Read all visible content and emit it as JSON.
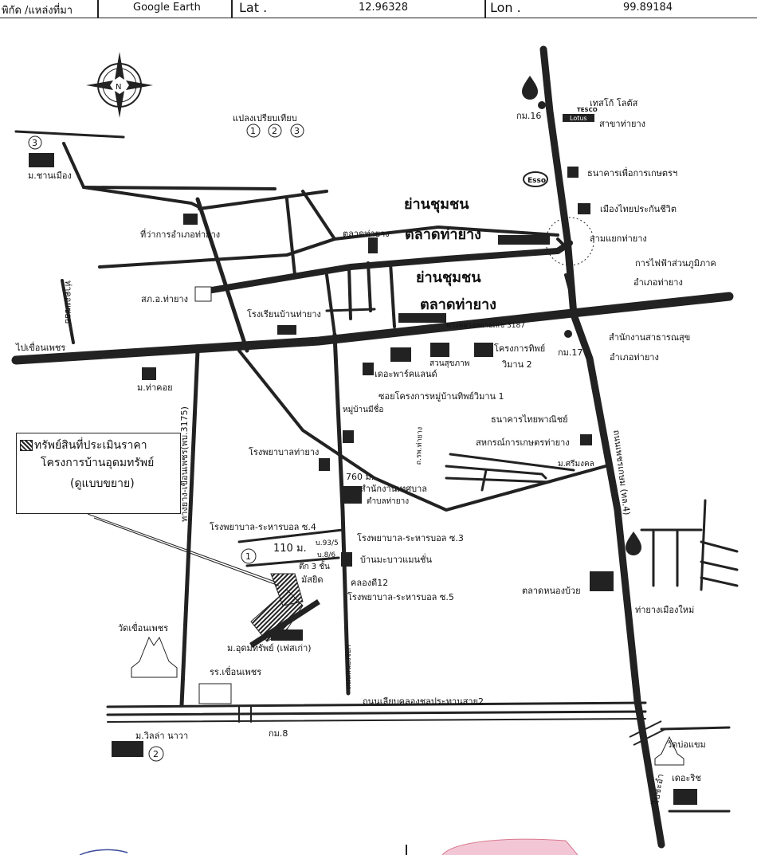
{
  "header": {
    "source_label": "พิกัด /แหล่งที่มา",
    "source_value": "Google Earth",
    "lat_label": "Lat .",
    "lat_value": "12.96328",
    "lon_label": "Lon .",
    "lon_value": "99.89184"
  },
  "compass": {
    "letter": "N"
  },
  "plots": {
    "title": "แปลงเปรียบเทียบ",
    "numbers": [
      "1",
      "2",
      "3"
    ]
  },
  "legend": {
    "line1": "ทรัพย์สินที่ประเมินราคา",
    "line2": "โครงการบ้านอุดมทรัพย์",
    "line3": "(ดูแบบขยาย)"
  },
  "labels": {
    "chan_mueang": "ม.ชานเมือง",
    "district_office": "ที่ว่าการอำเภอท่ายาง",
    "police": "สภ.อ.ท่ายาง",
    "tha_khoi_road": "ท่าคอยซอย",
    "to_khuean_phet": "ไปเขื่อนเพชร",
    "mu_tha_khoi": "ม.ท่าคอย",
    "school_tha_yang": "โรงเรียนบ้านท่ายาง",
    "market_small": "ตลาดท่ายาง",
    "community_1a": "ย่านชุมชน",
    "community_1b": "ตลาดท่ายาง",
    "community_2a": "ย่านชุมชน",
    "community_2b": "ตลาดท่ายาง",
    "rd_3187": "ทางหลวงหมายเลข 3187",
    "lotus_brand": "TESCO",
    "lotus_name": "Lotus",
    "lotus_1": "เทสโก้ โลตัส",
    "lotus_2": "สาขาท่ายาง",
    "km_top": "กม.16",
    "esso": "Esso",
    "baac": "ธนาคารเพื่อการเกษตรฯ",
    "mueang_thai": "เมืองไทยประกันชีวิต",
    "sam_yaek": "สามแยกท่ายาง",
    "pea_1": "การไฟฟ้าส่วนภูมิภาค",
    "pea_2": "อำเภอท่ายาง",
    "health_1": "สำนักงานสาธารณสุข",
    "health_2": "อำเภอท่ายาง",
    "km_17": "กม.17",
    "thiphya_1": "โครงการทิพย์",
    "thiphya_2": "วิมาน 2",
    "park": "สวนสุขภาพ",
    "the_park": "เดอะพาร์คแลนด์",
    "soi_thiphya": "ซอยโครงการหมู่บ้านทิพย์วิมาน 1",
    "scb": "ธนาคารไทยพาณิชย์",
    "coop": "สหกรณ์การเกษตรท่ายาง",
    "sriburi": "ม.ศรีมงคล",
    "phetkasem": "ถนนเพชรเกษม (ทล.4)",
    "hospital": "โรงพยาบาลท่ายาง",
    "mu_mee_chue": "หมู่บ้านมีชื่อ",
    "num_760": "760 ม.",
    "municipal_1": "สำนักงานเทศบาล",
    "municipal_2": "ตำบลท่ายาง",
    "khuean_road": "ทางยาง-เขื่อนเพชร(พบ.3175)",
    "soi4": "โรงพยาบาล-ระหารบอล ซ.4",
    "soi3": "โรงพยาบาล-ระหารบอล ซ.3",
    "soi5": "โรงพยาบาล-ระหารบอล ซ.5",
    "num_110": "110 ม.",
    "bor_93": "บ.93/5",
    "bor_86": "บ.8/6",
    "tuk3": "ตึก 3 ชั้น",
    "mosque": "มัสยิด",
    "khlong12": "คลองดี12",
    "mabuang": "บ้านมะบาวแมนชั่น",
    "wat_khuean": "วัดเขื่อนเพชร",
    "udom_sap": "ม.อุดมทรัพย์ (เฟสเก่า)",
    "school_khuean": "รร.เขื่อนเพชร",
    "canal_road": "ถนนเลียบคลองชลประทานสาย2",
    "km8": "กม.8",
    "villa_nava": "ม.วิลล่า นาวา",
    "nong_buai": "ตลาดหนองบ้วย",
    "tha_yang_mueang_mai": "ท่ายางเมืองใหม่",
    "wat_bo_khaem": "วัดบ่อแขม",
    "the_rich": "เดอะริช",
    "to_cha_am": "ไปชะอำ",
    "hospital_road": "ถ.รพ.ท่ายาง",
    "nong_road": "ถนนหนองจอก"
  }
}
